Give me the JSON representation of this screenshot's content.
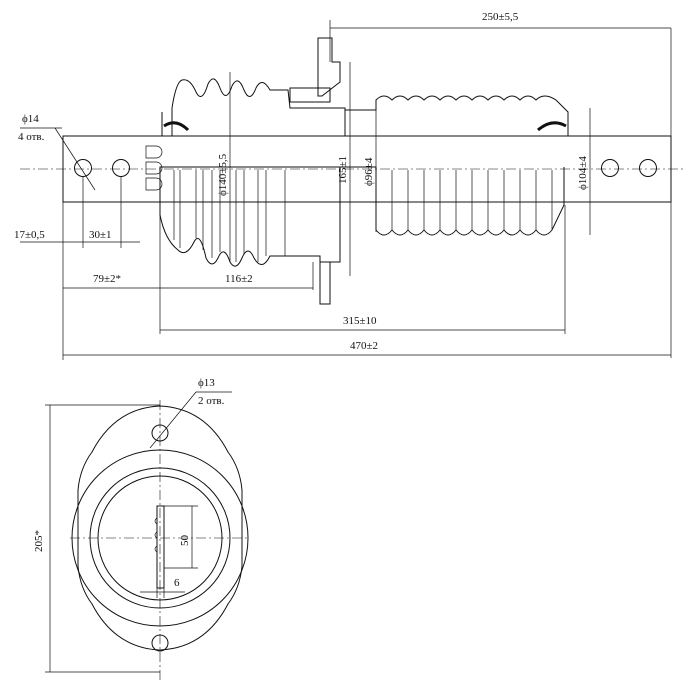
{
  "drawing": {
    "top_view": {
      "dimensions": {
        "overall_length": "250±5,5",
        "hole_dia": "ϕ14",
        "hole_count": "4 отв.",
        "edge_to_hole": "17±0,5",
        "hole_pitch": "30±1",
        "terminal_length": "79±2*",
        "flange_to_end": "116±2",
        "insulator_length": "315±10",
        "total_length": "470±2",
        "outer_dia": "ϕ140±5,5",
        "flange_height": "165±1",
        "inner_dia": "ϕ96±4",
        "right_dia": "ϕ104±4"
      }
    },
    "bottom_view": {
      "dimensions": {
        "hole_dia": "ϕ13",
        "hole_count": "2 отв.",
        "height": "205*",
        "slot_height": "50",
        "slot_width": "6"
      }
    }
  }
}
